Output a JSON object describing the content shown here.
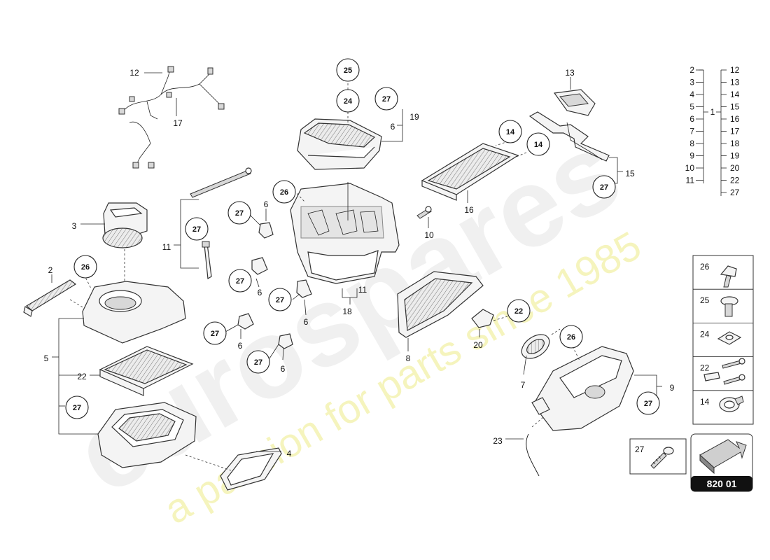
{
  "watermark": {
    "brand": "eurospares",
    "tagline": "a passion for parts since 1985"
  },
  "callouts": [
    {
      "id": "c12",
      "text": "12"
    },
    {
      "id": "c17",
      "text": "17"
    },
    {
      "id": "c25",
      "text": "25"
    },
    {
      "id": "c24",
      "text": "24"
    },
    {
      "id": "c27a",
      "text": "27"
    },
    {
      "id": "c19",
      "text": "19"
    },
    {
      "id": "c6a",
      "text": "6"
    },
    {
      "id": "c13",
      "text": "13"
    },
    {
      "id": "c14a",
      "text": "14"
    },
    {
      "id": "c14b",
      "text": "14"
    },
    {
      "id": "c15",
      "text": "15"
    },
    {
      "id": "c27b",
      "text": "27"
    },
    {
      "id": "c16",
      "text": "16"
    },
    {
      "id": "c26a",
      "text": "26"
    },
    {
      "id": "c27c",
      "text": "27"
    },
    {
      "id": "c6b",
      "text": "6"
    },
    {
      "id": "c10",
      "text": "10"
    },
    {
      "id": "c11a",
      "text": "11"
    },
    {
      "id": "c27d",
      "text": "27"
    },
    {
      "id": "c3",
      "text": "3"
    },
    {
      "id": "c2",
      "text": "2"
    },
    {
      "id": "c26b",
      "text": "26"
    },
    {
      "id": "c27e",
      "text": "27"
    },
    {
      "id": "c6c",
      "text": "6"
    },
    {
      "id": "c27f",
      "text": "27"
    },
    {
      "id": "c6d",
      "text": "6"
    },
    {
      "id": "c11b",
      "text": "11"
    },
    {
      "id": "c18",
      "text": "18"
    },
    {
      "id": "c27g",
      "text": "27"
    },
    {
      "id": "c6e",
      "text": "6"
    },
    {
      "id": "c27h",
      "text": "27"
    },
    {
      "id": "c6f",
      "text": "6"
    },
    {
      "id": "c5",
      "text": "5"
    },
    {
      "id": "c22a",
      "text": "22"
    },
    {
      "id": "c27i",
      "text": "27"
    },
    {
      "id": "c4",
      "text": "4"
    },
    {
      "id": "c8",
      "text": "8"
    },
    {
      "id": "c22b",
      "text": "22"
    },
    {
      "id": "c20",
      "text": "20"
    },
    {
      "id": "c26c",
      "text": "26"
    },
    {
      "id": "c7",
      "text": "7"
    },
    {
      "id": "c9",
      "text": "9"
    },
    {
      "id": "c27j",
      "text": "27"
    },
    {
      "id": "c23",
      "text": "23"
    }
  ],
  "index_table": {
    "left": [
      "2",
      "3",
      "4",
      "5",
      "6",
      "7",
      "8",
      "9",
      "10",
      "11"
    ],
    "center": "1",
    "right": [
      "12",
      "13",
      "14",
      "15",
      "16",
      "17",
      "18",
      "19",
      "20",
      "22",
      "27"
    ]
  },
  "legend": [
    {
      "number": "26",
      "icon": "screw-clip-icon"
    },
    {
      "number": "25",
      "icon": "expanding-rivet-icon"
    },
    {
      "number": "24",
      "icon": "spring-nut-icon"
    },
    {
      "number": "22",
      "icon": "screw-set-icon"
    },
    {
      "number": "14",
      "icon": "seal-ring-icon"
    }
  ],
  "legend_extra": {
    "number": "27",
    "icon": "bolt-icon"
  },
  "part_number": "820 01",
  "colors": {
    "line": "#222222",
    "watermark": "#e4e4e4",
    "tagline": "#f1ef9a",
    "badge": "#111111"
  }
}
